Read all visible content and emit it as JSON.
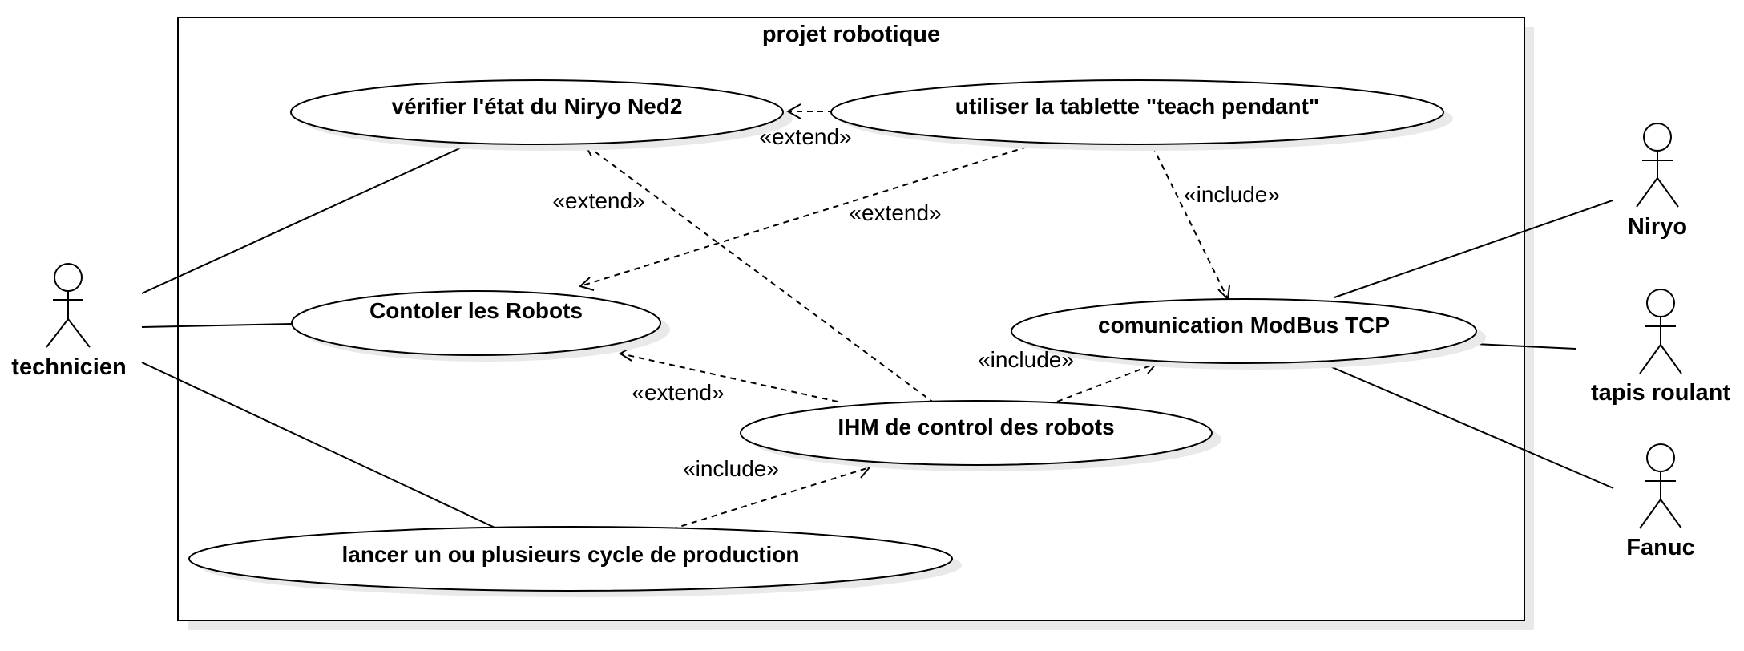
{
  "system": {
    "title": "projet robotique"
  },
  "actors": {
    "technicien": "technicien",
    "niryo": "Niryo",
    "tapis": "tapis roulant",
    "fanuc": "Fanuc"
  },
  "use_cases": {
    "verifier": "vérifier l'état du Niryo Ned2",
    "tablette": "utiliser la tablette \"teach pendant\"",
    "controler": "Contoler les Robots",
    "modbus": "comunication ModBus TCP",
    "ihm": "IHM de control des robots",
    "lancer": "lancer un ou plusieurs cycle de production"
  },
  "relations": {
    "tablette_verifier": "«extend»",
    "ihm_verifier": "«extend»",
    "tablette_controler": "«extend»",
    "tablette_modbus": "«include»",
    "ihm_modbus": "«include»",
    "ihm_controler": "«extend»",
    "lancer_ihm": "«include»"
  }
}
